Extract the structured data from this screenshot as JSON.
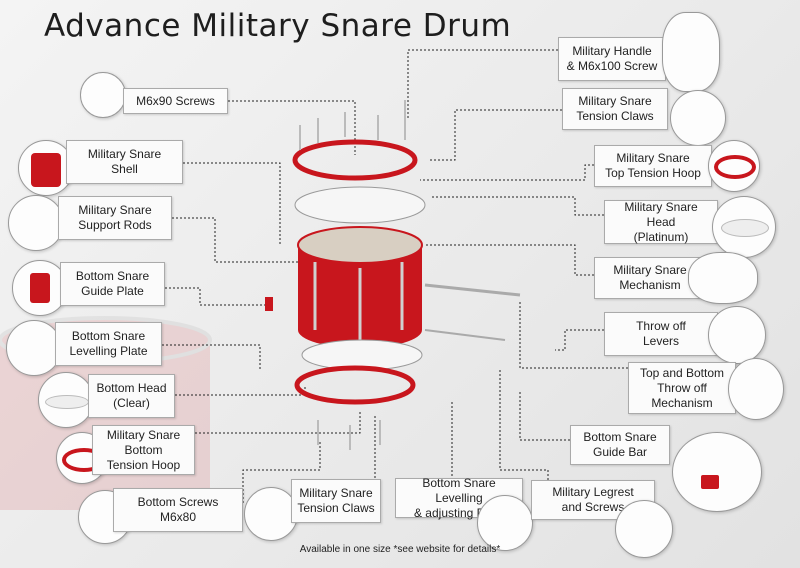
{
  "title": "Advance Military Snare Drum",
  "footnote": "Available in one size *see website for details*",
  "colors": {
    "drum_red": "#c8161d",
    "chrome": "#b8b8b8",
    "leader": "#222222"
  },
  "labels": {
    "m6x90": "M6x90 Screws",
    "shell": "Military Snare\nShell",
    "support_rods": "Military Snare\nSupport Rods",
    "guide_plate": "Bottom Snare\nGuide Plate",
    "levelling_plate": "Bottom Snare\nLevelling Plate",
    "bottom_head": "Bottom Head\n(Clear)",
    "bottom_hoop": "Military Snare\nBottom\nTension Hoop",
    "bottom_screws": "Bottom Screws\nM6x80",
    "claws_bottom": "Military Snare\nTension Claws",
    "levelling_adjusting": "Bottom Snare Levelling\n& adjusting Plate",
    "legrest": "Military Legrest\nand Screws",
    "handle": "Military Handle\n& M6x100 Screw",
    "claws_top": "Military Snare\nTension Claws",
    "top_hoop": "Military Snare\nTop Tension Hoop",
    "head_platinum": "Military Snare Head\n(Platinum)",
    "mechanism": "Military Snare\nMechanism",
    "throw_off_levers": "Throw off\nLevers",
    "throw_off_mechanism": "Top and Bottom\nThrow off\nMechanism",
    "guide_bar": "Bottom Snare\nGuide Bar"
  }
}
